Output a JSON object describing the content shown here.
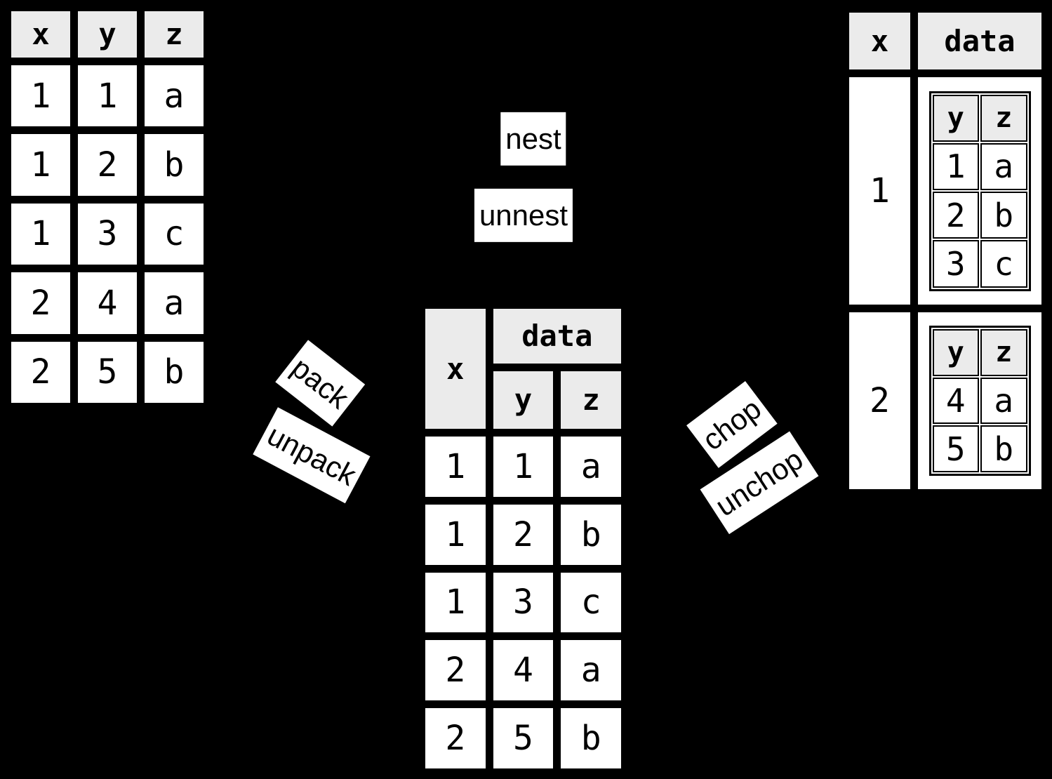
{
  "colors": {
    "background": "#000000",
    "header_bg": "#ebebeb",
    "cell_bg": "#ffffff",
    "border": "#000000",
    "label_bg": "#ffffff",
    "text": "#000000"
  },
  "labels": {
    "nest": "nest",
    "unnest": "unnest",
    "pack": "pack",
    "unpack": "unpack",
    "chop": "chop",
    "unchop": "unchop"
  },
  "flat_table": {
    "headers": [
      "x",
      "y",
      "z"
    ],
    "rows": [
      [
        "1",
        "1",
        "a"
      ],
      [
        "1",
        "2",
        "b"
      ],
      [
        "1",
        "3",
        "c"
      ],
      [
        "2",
        "4",
        "a"
      ],
      [
        "2",
        "5",
        "b"
      ]
    ]
  },
  "packed_table": {
    "x_header": "x",
    "data_header": "data",
    "sub_headers": [
      "y",
      "z"
    ],
    "rows": [
      [
        "1",
        "1",
        "a"
      ],
      [
        "1",
        "2",
        "b"
      ],
      [
        "1",
        "3",
        "c"
      ],
      [
        "2",
        "4",
        "a"
      ],
      [
        "2",
        "5",
        "b"
      ]
    ]
  },
  "nested_table": {
    "x_header": "x",
    "data_header": "data",
    "groups": [
      {
        "x": "1",
        "sub_headers": [
          "y",
          "z"
        ],
        "rows": [
          [
            "1",
            "a"
          ],
          [
            "2",
            "b"
          ],
          [
            "3",
            "c"
          ]
        ]
      },
      {
        "x": "2",
        "sub_headers": [
          "y",
          "z"
        ],
        "rows": [
          [
            "4",
            "a"
          ],
          [
            "5",
            "b"
          ]
        ]
      }
    ]
  }
}
